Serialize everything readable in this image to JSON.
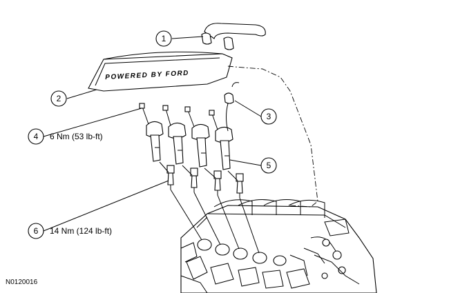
{
  "diagram": {
    "brand_text": "POWERED BY FORD",
    "figure_id": "N0120016",
    "callouts": [
      {
        "number": "1",
        "text": ""
      },
      {
        "number": "2",
        "text": ""
      },
      {
        "number": "3",
        "text": ""
      },
      {
        "number": "4",
        "text": "6 Nm (53 lb-ft)"
      },
      {
        "number": "5",
        "text": ""
      },
      {
        "number": "6",
        "text": "14 Nm (124 lb-ft)"
      }
    ]
  }
}
